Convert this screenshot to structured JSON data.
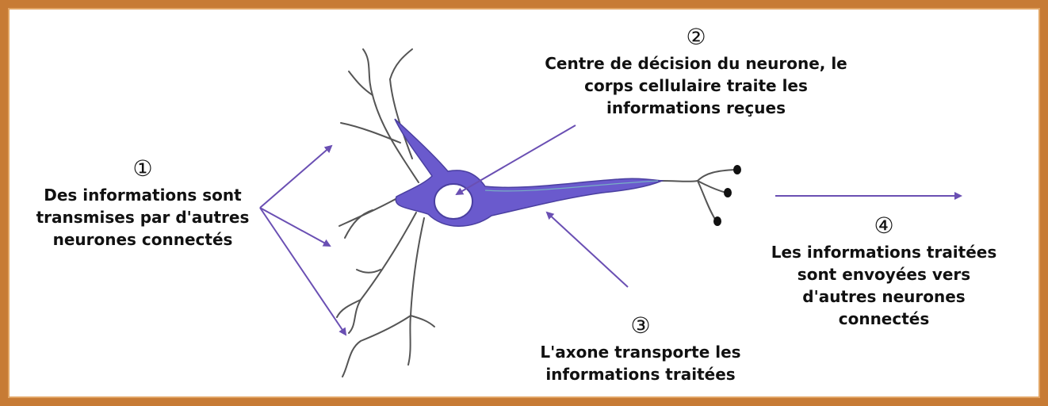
{
  "colors": {
    "border": "#c77b35",
    "arrow": "#6a4fb3",
    "neuron_fill": "#6a5acd",
    "text": "#111111"
  },
  "annotations": [
    {
      "number": "①",
      "lines": [
        "Des informations sont",
        "transmises par d'autres",
        "neurones connectés"
      ]
    },
    {
      "number": "②",
      "lines": [
        "Centre de décision du neurone, le",
        "corps cellulaire traite les",
        "informations reçues"
      ]
    },
    {
      "number": "③",
      "lines": [
        "L'axone transporte les",
        "informations traitées"
      ]
    },
    {
      "number": "④",
      "lines": [
        "Les informations traitées",
        "sont envoyées vers",
        "d'autres neurones",
        "connectés"
      ]
    }
  ]
}
